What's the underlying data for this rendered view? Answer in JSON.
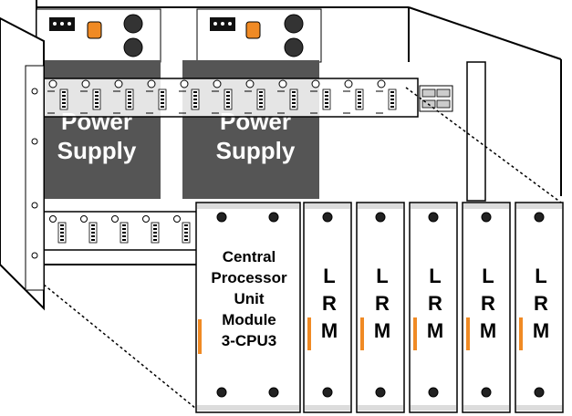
{
  "power_supply_1": {
    "label_line1": "Power",
    "label_line2": "Supply"
  },
  "power_supply_2": {
    "label_line1": "Power",
    "label_line2": "Supply"
  },
  "cpu_module": {
    "lines": [
      "Central",
      "Processor",
      "Unit",
      "Module",
      "3-CPU3"
    ]
  },
  "lrm_modules": [
    {
      "letters": [
        "L",
        "R",
        "M"
      ]
    },
    {
      "letters": [
        "L",
        "R",
        "M"
      ]
    },
    {
      "letters": [
        "L",
        "R",
        "M"
      ]
    },
    {
      "letters": [
        "L",
        "R",
        "M"
      ]
    },
    {
      "letters": [
        "L",
        "R",
        "M"
      ]
    }
  ],
  "colors": {
    "power_supply_fill": "#555555",
    "indicator_orange": "#f08a24",
    "outline": "#000000",
    "panel_fill": "#ffffff",
    "module_band": "#dcdcdc"
  },
  "icons": {
    "terminal_block": "terminal-block-icon",
    "knob": "knob-icon",
    "screw": "screw-icon",
    "connector": "connector-icon"
  }
}
